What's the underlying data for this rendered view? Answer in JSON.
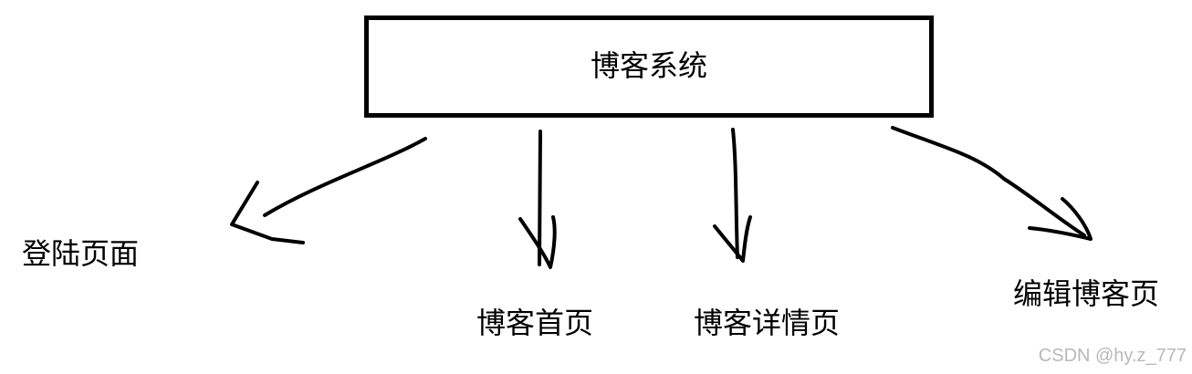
{
  "diagram": {
    "root": {
      "label": "博客系统"
    },
    "children": [
      {
        "label": "登陆页面"
      },
      {
        "label": "博客首页"
      },
      {
        "label": "博客详情页"
      },
      {
        "label": "编辑博客页"
      }
    ]
  },
  "watermark": "CSDN @hy.z_777",
  "colors": {
    "ink": "#000000",
    "background": "#ffffff",
    "watermark": "#b8b8b8"
  }
}
